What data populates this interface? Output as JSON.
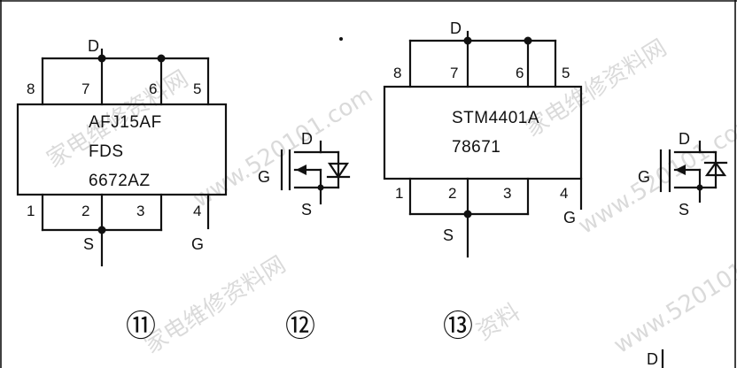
{
  "watermark": {
    "domain": "www.520101.com",
    "site_name": "家电维修资料网",
    "short_name": "资料"
  },
  "diagram_11": {
    "number": "⑪",
    "chip_lines": [
      "AFJ15AF",
      "FDS",
      "6672AZ"
    ],
    "top_pins": [
      "8",
      "7",
      "6",
      "5"
    ],
    "bottom_pins": [
      "1",
      "2",
      "3",
      "4"
    ],
    "label_d": "D",
    "label_s": "S",
    "label_g": "G"
  },
  "diagram_12": {
    "number": "⑫",
    "label_d": "D",
    "label_s": "S",
    "label_g": "G"
  },
  "diagram_13": {
    "number": "⑬",
    "chip_lines": [
      "STM4401A",
      "78671"
    ],
    "top_pins": [
      "8",
      "7",
      "6",
      "5"
    ],
    "bottom_pins": [
      "1",
      "2",
      "3",
      "4"
    ],
    "label_d": "D",
    "label_s": "S",
    "label_g": "G"
  },
  "diagram_14": {
    "label_d": "D",
    "label_s": "S",
    "label_g": "G"
  },
  "partial_label_d": "D"
}
